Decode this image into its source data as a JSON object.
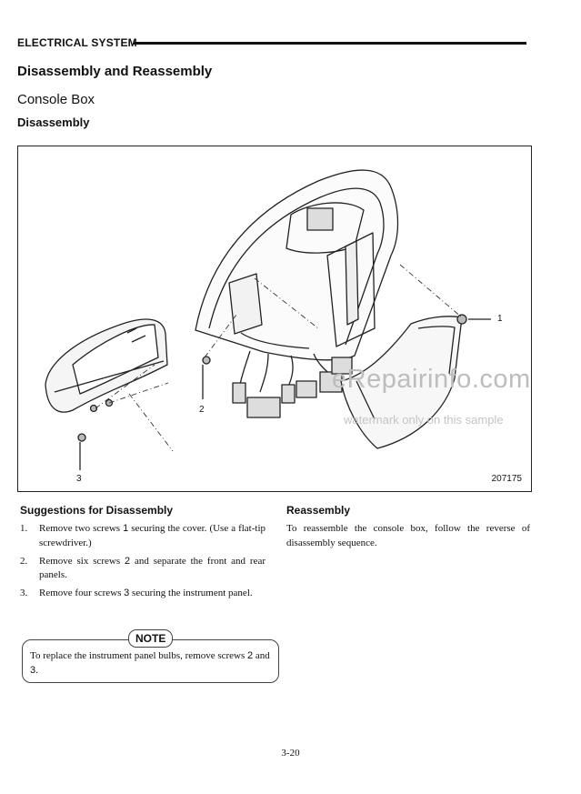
{
  "header": {
    "section": "ELECTRICAL SYSTEM"
  },
  "headings": {
    "main": "Disassembly and Reassembly",
    "sub": "Console Box",
    "subsub": "Disassembly"
  },
  "figure": {
    "callouts": [
      "1",
      "2",
      "3"
    ],
    "figure_number": "207175",
    "watermark": "eRepairinfo.com",
    "watermark_sub": "watermark only on this sample"
  },
  "suggestions": {
    "title": "Suggestions for Disassembly",
    "items": [
      {
        "num": "1.",
        "pre": "Remove two screws ",
        "screw": "1",
        "post": " securing the cover. (Use a flat-tip screwdriver.)"
      },
      {
        "num": "2.",
        "pre": "Remove six screws ",
        "screw": "2",
        "post": " and separate the front and rear panels."
      },
      {
        "num": "3.",
        "pre": "Remove four screws ",
        "screw": "3",
        "post": " securing the instrument panel."
      }
    ]
  },
  "reassembly": {
    "title": "Reassembly",
    "text": "To reassemble the console box, follow the reverse of disassembly sequence."
  },
  "note": {
    "label": "NOTE",
    "pre": "To replace the instrument panel bulbs, remove screws ",
    "screw_a": "2",
    "mid": " and ",
    "screw_b": "3",
    "post": "."
  },
  "page_number": "3-20"
}
